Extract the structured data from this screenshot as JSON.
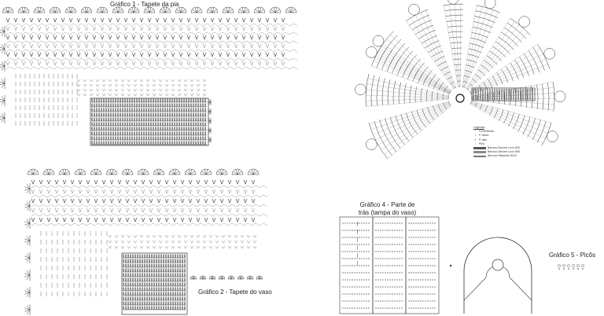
{
  "charts": {
    "chart1": {
      "title": "Gráfico 1 - Tapete da pia"
    },
    "chart2": {
      "title": "Gráfico 2 - Tapete do vaso"
    },
    "chart4": {
      "title": "Gráfico 4 - Parte de trás (tampa do vaso)"
    },
    "chart5": {
      "title": "Gráfico 5 - Picôs"
    }
  },
  "legend": {
    "title": "Legenda",
    "items": [
      {
        "symbol": "◦",
        "label": "Correntinha"
      },
      {
        "symbol": "•",
        "label": "P. baixo"
      },
      {
        "symbol": "†",
        "label": "P. alto"
      },
      {
        "symbol": "∴",
        "label": "Picô"
      },
      {
        "swatch": "#555555",
        "label": "Barroco Decore Luxo 603"
      },
      {
        "swatch": "#888888",
        "label": "Barroco Decore Luxo 806"
      },
      {
        "swatch": "#777777",
        "label": "Barroco Maxcolor 6212"
      }
    ]
  },
  "colors": {
    "ink": "#333333",
    "light": "#999999",
    "dark": "#111111"
  }
}
